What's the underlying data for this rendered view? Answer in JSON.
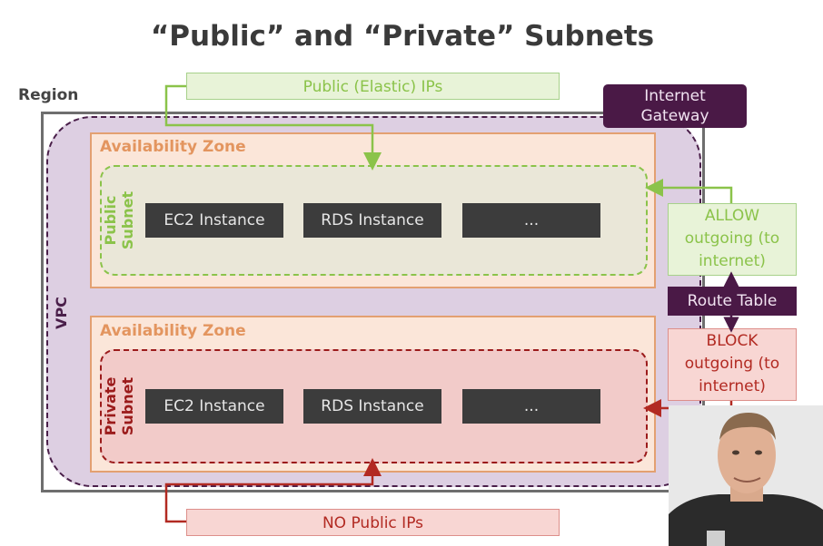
{
  "title": "“Public” and “Private” Subnets",
  "region": {
    "label": "Region"
  },
  "vpc": {
    "label": "VPC"
  },
  "availability_zones": [
    {
      "label": "Availability Zone",
      "subnet_label_line1": "Public",
      "subnet_label_line2": "Subnet",
      "instances": [
        "EC2 Instance",
        "RDS Instance",
        "..."
      ]
    },
    {
      "label": "Availability Zone",
      "subnet_label_line1": "Private",
      "subnet_label_line2": "Subnet",
      "instances": [
        "EC2 Instance",
        "RDS Instance",
        "..."
      ]
    }
  ],
  "public_ips": "Public (Elastic) IPs",
  "no_public_ips": "NO Public IPs",
  "internet_gateway": {
    "line1": "Internet",
    "line2": "Gateway"
  },
  "route_table": "Route Table",
  "allow": {
    "line1": "ALLOW",
    "line2": "outgoing (to",
    "line3": "internet)"
  },
  "block": {
    "line1": "BLOCK",
    "line2": "outgoing (to",
    "line3": "internet)"
  },
  "colors": {
    "public_green": "#8bc34a",
    "private_red": "#9b1b1b",
    "vpc_purple": "#4a1f4a",
    "az_orange": "#e3955f",
    "instance_dark": "#3c3c3c"
  }
}
